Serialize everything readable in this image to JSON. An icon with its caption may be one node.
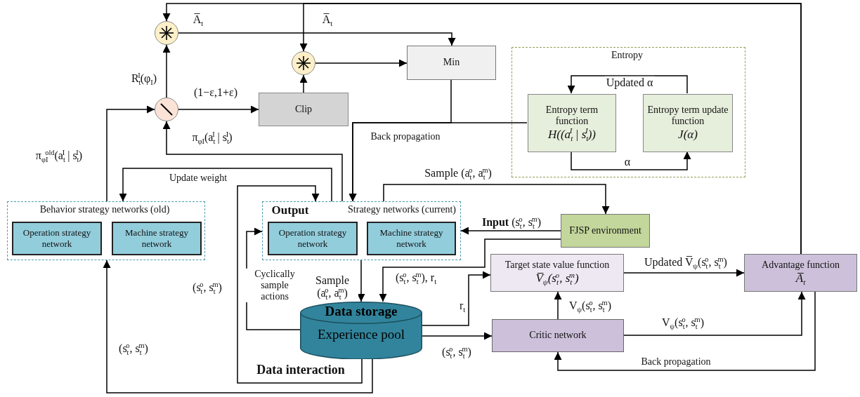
{
  "diagram": {
    "nodes": [
      {
        "text": [],
        "shape": "circle"
      },
      {
        "text": [],
        "shape": "circle"
      },
      {
        "text": [],
        "shape": "circle"
      },
      {
        "text": [
          "Clip"
        ]
      },
      {
        "text": [
          "Min"
        ]
      },
      {
        "text": [
          "Entropy"
        ]
      },
      {
        "text": [
          "Entropy term function",
          "H((a$_{t}$$^{I}$ | s$_{t}$$^{I}$))"
        ],
        "in": 5
      },
      {
        "text": [
          "Entropy term update function",
          "J(α)"
        ],
        "in": 5
      },
      {
        "text": [
          "Behavior strategy networks (old)"
        ]
      },
      {
        "text": [
          "Operation strategy network"
        ],
        "in": 8
      },
      {
        "text": [
          "Machine strategy network"
        ],
        "in": 8
      },
      {
        "text": [
          "Strategy networks (current)"
        ]
      },
      {
        "text": [
          "Operation strategy network"
        ],
        "in": 11
      },
      {
        "text": [
          "Machine strategy network"
        ],
        "in": 11
      },
      {
        "text": [
          "FJSP environment"
        ]
      },
      {
        "text": [
          "Target state value function",
          "V̅$_{ψ}$(s$_{t}$$^{o}$, s$_{t}$$^{m}$)"
        ]
      },
      {
        "text": [
          "Advantage function",
          "A̅$_{t}$"
        ]
      },
      {
        "text": [
          "Data storage",
          "Experience pool"
        ]
      },
      {
        "text": [
          "Critic network"
        ]
      }
    ],
    "edges": [
      {
        "from": 16,
        "to": 0,
        "arrow": "to",
        "label": "A̅$_{t}$"
      },
      {
        "from": 16,
        "to": 1,
        "arrow": "to",
        "label": "A̅$_{t}$"
      },
      {
        "from": 0,
        "to": 4,
        "arrow": "to"
      },
      {
        "from": 1,
        "to": 4,
        "arrow": "to"
      },
      {
        "from": 3,
        "to": 1,
        "arrow": "to"
      },
      {
        "from": 2,
        "to": 0,
        "arrow": "to",
        "label": "R$_{t}$$^{I}$(φ$_{I}$)"
      },
      {
        "from": 2,
        "to": 3,
        "arrow": "to",
        "label": "(1−ε,1+ε)"
      },
      {
        "from": 8,
        "to": 2,
        "arrow": "to",
        "label": "π$_{φI}$$^{old}$(a$_{t}$$^{I}$ | s$_{t}$$^{I}$)"
      },
      {
        "from": 11,
        "to": 2,
        "arrow": "to",
        "label": "π$_{φI}$(a$_{t}$$^{I}$ | s$_{t}$$^{I}$)"
      },
      {
        "from": 11,
        "to": 8,
        "arrow": "to",
        "label": "Update weight"
      },
      {
        "from": 17,
        "to": 11,
        "arrow": "to",
        "label": "(s$_{t}$$^{o}$, s$_{t}$$^{m}$)"
      },
      {
        "from": 17,
        "to": 8,
        "arrow": "to",
        "label": "(s$_{t}$$^{o}$, s$_{t}$$^{m}$)"
      },
      {
        "from": 4,
        "to": 11,
        "arrow": "to",
        "label": "Back propagation"
      },
      {
        "from": 6,
        "to": 11,
        "arrow": "to"
      },
      {
        "from": 11,
        "to": 14,
        "arrow": "to",
        "label": "Sample (a$_{t}$$^{o}$, a$_{t}$$^{m}$)"
      },
      {
        "from": 14,
        "to": 11,
        "arrow": "to",
        "label": "**Input** (s$_{t}$$^{o}$, s$_{t}$$^{m}$)"
      },
      {
        "from": 14,
        "to": 17,
        "arrow": "to",
        "label": "(s$_{t}$$^{o}$, s$_{t}$$^{m}$), r$_{t}$"
      },
      {
        "from": 17,
        "to": 15,
        "arrow": "to",
        "label": "r$_{t}$"
      },
      {
        "from": 17,
        "to": 18,
        "arrow": "to",
        "label": "(s$_{t}$$^{o}$, s$_{t}$$^{m}$)"
      },
      {
        "from": 18,
        "to": 15,
        "arrow": "to",
        "label": "V$_{ψ}$(s$_{t}$$^{o}$, s$_{t}$$^{m}$)"
      },
      {
        "from": 15,
        "to": 16,
        "arrow": "to",
        "label": "Updated V̅$_{ψ}$(s$_{t}$$^{o}$, s$_{t}$$^{m}$)"
      },
      {
        "from": 18,
        "to": 16,
        "arrow": "to",
        "label": "V$_{ψ}$(s$_{t}$$^{o}$, s$_{t}$$^{m}$)"
      },
      {
        "from": 16,
        "to": 18,
        "arrow": "to",
        "label": "Back propagation"
      },
      {
        "from": 7,
        "to": 6,
        "arrow": "to",
        "label": "Updated α"
      },
      {
        "from": 6,
        "to": 7,
        "arrow": "to",
        "label": "α"
      },
      {
        "from": 17,
        "to": 11,
        "arrow": "to",
        "label": "Cyclically sample actions"
      },
      {
        "from": 11,
        "to": 17,
        "arrow": "to",
        "label": "Sample (a$_{t}$$^{o}$, a$_{t}$$^{m}$)"
      }
    ],
    "labels": [
      "Output",
      "Data interaction"
    ]
  }
}
